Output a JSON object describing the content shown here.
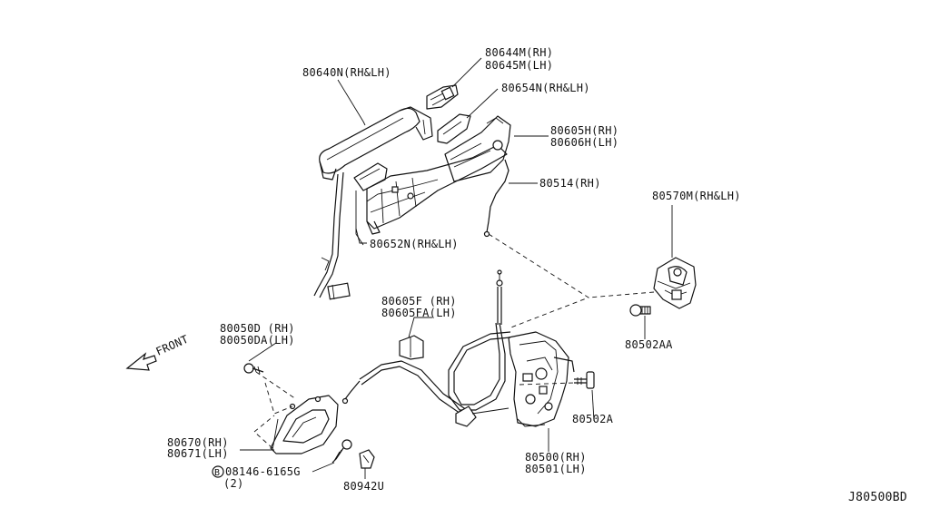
{
  "diagram": {
    "code": "J80500BD",
    "front_label": "FRONT",
    "labels": {
      "p80640N": "80640N(RH&LH)",
      "p80644M": "80644M(RH)",
      "p80645M": "80645M(LH)",
      "p80654N": "80654N(RH&LH)",
      "p80605H": "80605H(RH)",
      "p80606H": "80606H(LH)",
      "p80514": "80514(RH)",
      "p80570M": "80570M(RH&LH)",
      "p80652N": "80652N(RH&LH)",
      "p80605F": "80605F (RH)",
      "p80605FA": "80605FA(LH)",
      "p80050D": "80050D (RH)",
      "p80050DA": "80050DA(LH)",
      "p80502AA": "80502AA",
      "p80502A": "80502A",
      "p80670": "80670(RH)",
      "p80671": "80671(LH)",
      "p08146": "08146-6165G",
      "p08146_qty": "(2)",
      "p08146_badge": "B",
      "p80500": "80500(RH)",
      "p80501": "80501(LH)",
      "p80942U": "80942U"
    }
  }
}
